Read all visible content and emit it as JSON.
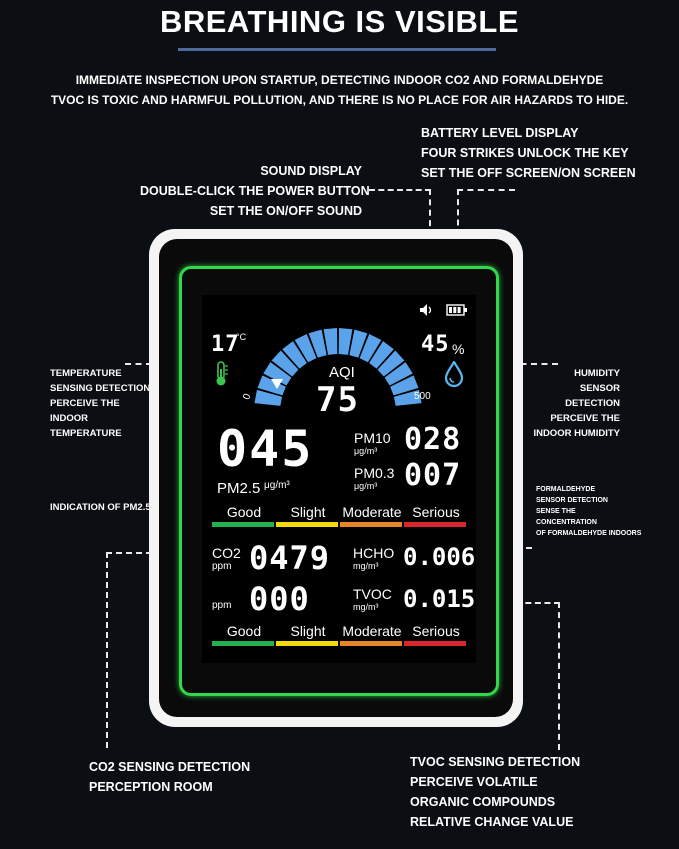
{
  "title": "BREATHING IS VISIBLE",
  "intro": [
    "IMMEDIATE INSPECTION UPON STARTUP, DETECTING INDOOR CO2 AND FORMALDEHYDE",
    "TVOC IS TOXIC AND HARMFUL POLLUTION, AND THERE IS NO PLACE FOR AIR HAZARDS TO HIDE."
  ],
  "callouts": {
    "battery": [
      "BATTERY LEVEL DISPLAY",
      "FOUR STRIKES UNLOCK THE KEY",
      "SET THE OFF SCREEN/ON SCREEN"
    ],
    "sound": [
      "SOUND DISPLAY",
      "DOUBLE-CLICK THE POWER BUTTON",
      "SET THE ON/OFF SOUND"
    ],
    "temperature": [
      "TEMPERATURE",
      "SENSING DETECTION",
      "PERCEIVE THE",
      "INDOOR",
      "TEMPERATURE"
    ],
    "humidity": [
      "HUMIDITY",
      "SENSOR",
      "DETECTION",
      "PERCEIVE THE",
      "INDOOR HUMIDITY"
    ],
    "pm25": "INDICATION OF PM2.5",
    "formaldehyde": [
      "FORMALDEHYDE",
      "SENSOR DETECTION",
      "SENSE THE",
      "CONCENTRATION",
      "OF FORMALDEHYDE INDOORS"
    ],
    "co2": [
      "CO2 SENSING DETECTION",
      "PERCEPTION ROOM"
    ],
    "tvoc": [
      "TVOC SENSING DETECTION",
      "PERCEIVE VOLATILE",
      "ORGANIC COMPOUNDS",
      "RELATIVE CHANGE VALUE"
    ]
  },
  "display": {
    "temperature": "17",
    "temp_unit": "°C",
    "humidity": "45",
    "humidity_unit": "%",
    "aqi_label": "AQI",
    "aqi_value": "75",
    "aqi_value_num": 75,
    "aqi_min": "0",
    "aqi_max": "500",
    "pm25_value": "045",
    "pm25_label": "PM2.5",
    "pm25_unit": "μg/m³",
    "pm10_label": "PM10",
    "pm10_unit": "μg/m³",
    "pm10_value": "028",
    "pm03_label": "PM0.3",
    "pm03_unit": "μg/m³",
    "pm03_value": "007",
    "levels": [
      "Good",
      "Slight",
      "Moderate",
      "Serious"
    ],
    "level_colors": [
      "#22b14c",
      "#f5d90a",
      "#e8862a",
      "#d9262c"
    ],
    "co2_label": "CO2",
    "co2_unit": "ppm",
    "co2_value": "0479",
    "ppm_unit": "ppm",
    "ppm_value": "000",
    "hcho_label": "HCHO",
    "hcho_unit": "mg/m³",
    "hcho_value": "0.006",
    "tvoc_label": "TVOC",
    "tvoc_unit": "mg/m³",
    "tvoc_value": "0.015",
    "gauge_color": "#5aa3ea"
  },
  "icons": [
    "speaker-icon",
    "battery-icon",
    "thermometer-icon",
    "water-drop-icon",
    "aqi-pointer-icon"
  ]
}
